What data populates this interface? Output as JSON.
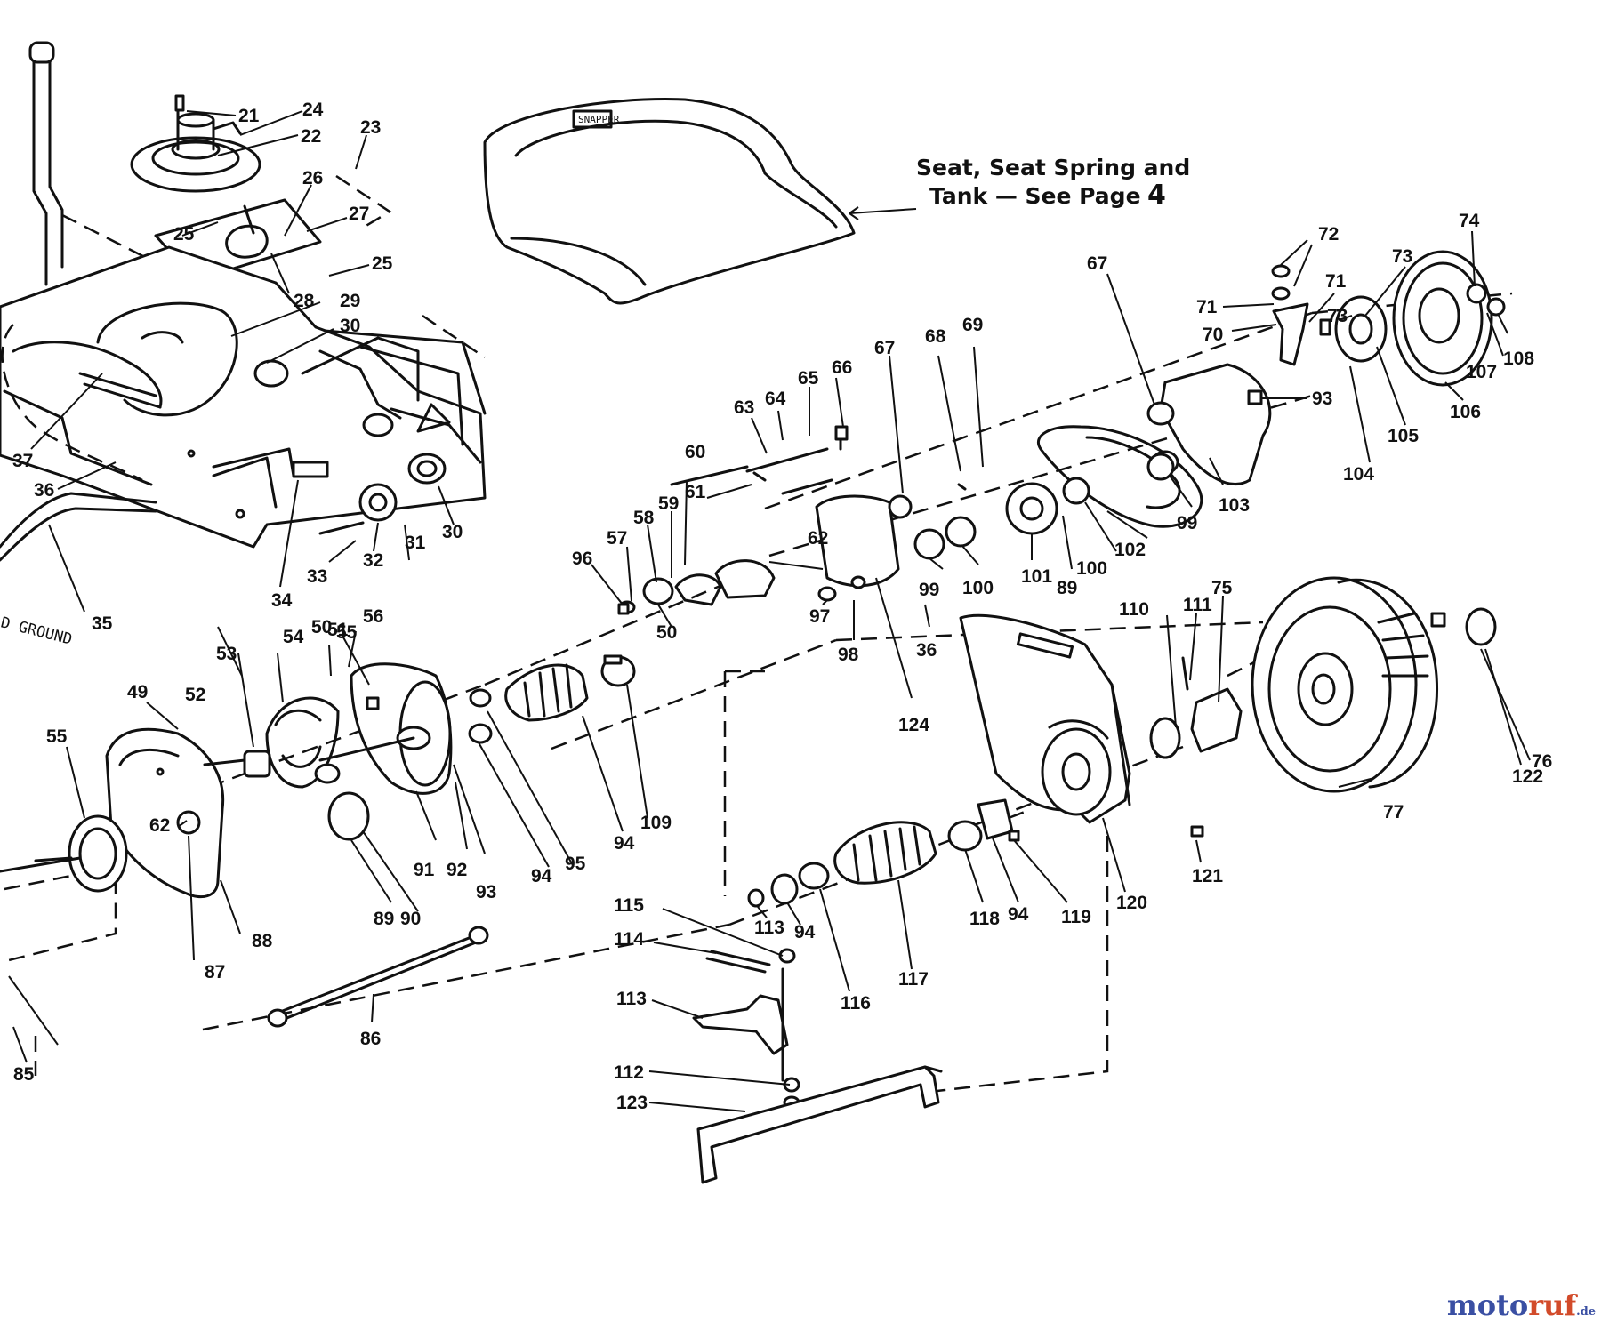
{
  "note": {
    "line1": "Seat, Seat Spring and",
    "line2": "Tank — See Page",
    "page_number": "4"
  },
  "seat_label": "SNAPPER",
  "ground_label": "D GROUND",
  "watermark": {
    "brand_a": "moto",
    "brand_b": "ruf",
    "tld": ".de"
  },
  "callouts": [
    "21",
    "24",
    "22",
    "23",
    "25",
    "26",
    "27",
    "25",
    "28",
    "29",
    "30",
    "37",
    "36",
    "35",
    "34",
    "33",
    "32",
    "31",
    "30",
    "63",
    "64",
    "65",
    "66",
    "67",
    "68",
    "69",
    "67",
    "72",
    "71",
    "71",
    "70",
    "73",
    "73",
    "74",
    "93",
    "104",
    "105",
    "106",
    "107",
    "108",
    "103",
    "99",
    "102",
    "100",
    "101",
    "89",
    "100",
    "99",
    "36",
    "124",
    "98",
    "97",
    "62",
    "61",
    "60",
    "59",
    "58",
    "57",
    "96",
    "50",
    "51",
    "52",
    "53",
    "54",
    "50",
    "55",
    "56",
    "49",
    "55",
    "62",
    "87",
    "88",
    "89",
    "90",
    "91",
    "92",
    "93",
    "94",
    "95",
    "94",
    "109",
    "110",
    "111",
    "75",
    "122",
    "76",
    "77",
    "121",
    "120",
    "119",
    "94",
    "118",
    "117",
    "116",
    "94",
    "113",
    "115",
    "114",
    "113",
    "112",
    "123",
    "86",
    "85"
  ]
}
